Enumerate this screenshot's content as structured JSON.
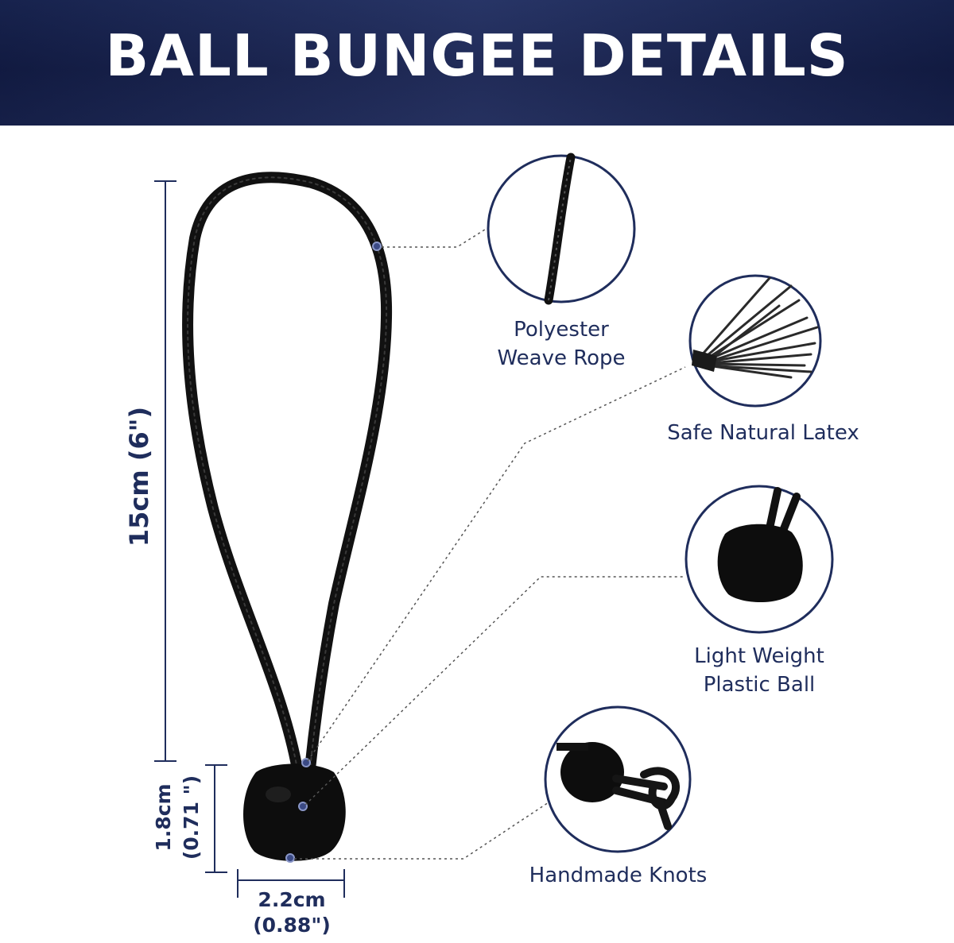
{
  "header": {
    "title": "BALL BUNGEE DETAILS"
  },
  "dimensions": {
    "length": "15cm (6\")",
    "ball_height_cm": "1.8cm",
    "ball_height_in": "(0.71 \")",
    "ball_width_cm": "2.2cm",
    "ball_width_in": "(0.88\")"
  },
  "features": [
    {
      "line1": "Polyester",
      "line2": "Weave Rope"
    },
    {
      "line1": "Safe Natural Latex",
      "line2": ""
    },
    {
      "line1": "Light Weight",
      "line2": "Plastic Ball"
    },
    {
      "line1": "Handmade Knots",
      "line2": ""
    }
  ],
  "colors": {
    "navy": "#1c2a5e",
    "text": "#1f2d5c",
    "cord": "#111111"
  }
}
